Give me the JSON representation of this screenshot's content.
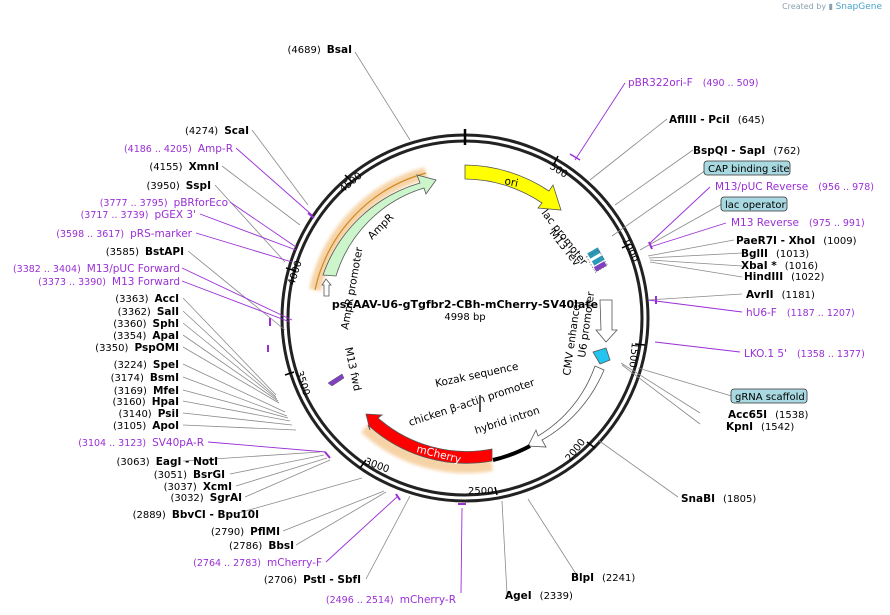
{
  "credit": {
    "text": "Created by",
    "brand": "SnapGene"
  },
  "plasmid": {
    "name": "pscAAV-U6-gTgfbr2-CBh-mCherry-SV40late",
    "length": "4998 bp"
  },
  "ticks": [
    "500",
    "1000",
    "1500",
    "2000",
    "2500",
    "3000",
    "3500",
    "4000",
    "4500"
  ],
  "sites": [
    {
      "num": "(4689)",
      "name": "BsaI"
    },
    {
      "num": "(4274)",
      "name": "ScaI"
    },
    {
      "num": "(4155)",
      "name": "XmnI"
    },
    {
      "num": "(3950)",
      "name": "SspI"
    },
    {
      "num": "(3585)",
      "name": "BstAPI"
    },
    {
      "num": "(3363)",
      "name": "AccI"
    },
    {
      "num": "(3362)",
      "name": "SalI"
    },
    {
      "num": "(3360)",
      "name": "SphI"
    },
    {
      "num": "(3354)",
      "name": "ApaI"
    },
    {
      "num": "(3350)",
      "name": "PspOMI"
    },
    {
      "num": "(3224)",
      "name": "SpeI"
    },
    {
      "num": "(3174)",
      "name": "BsmI"
    },
    {
      "num": "(3169)",
      "name": "MfeI"
    },
    {
      "num": "(3160)",
      "name": "HpaI"
    },
    {
      "num": "(3140)",
      "name": "PsiI"
    },
    {
      "num": "(3105)",
      "name": "ApoI"
    },
    {
      "num": "(3063)",
      "name": "EagI  -  NotI"
    },
    {
      "num": "(3051)",
      "name": "BsrGI"
    },
    {
      "num": "(3037)",
      "name": "XcmI"
    },
    {
      "num": "(3032)",
      "name": "SgrAI"
    },
    {
      "num": "(2889)",
      "name": "BbvCI  -  Bpu10I"
    },
    {
      "num": "(2790)",
      "name": "PflMI"
    },
    {
      "num": "(2786)",
      "name": "BbsI"
    },
    {
      "num": "(2706)",
      "name": "PstI  -  SbfI"
    },
    {
      "num": "(2339)",
      "name": "AgeI"
    },
    {
      "num": "(2241)",
      "name": "BlpI"
    },
    {
      "num": "(1805)",
      "name": "SnaBI"
    },
    {
      "num": "(1542)",
      "name": "KpnI"
    },
    {
      "num": "(1538)",
      "name": "Acc65I"
    },
    {
      "num": "(1181)",
      "name": "AvrII"
    },
    {
      "num": "(1022)",
      "name": "HindIII"
    },
    {
      "num": "(1016)",
      "name": "XbaI *"
    },
    {
      "num": "(1013)",
      "name": "BglII"
    },
    {
      "num": "(1009)",
      "name": "PaeR7I  -  XhoI"
    },
    {
      "num": "(762)",
      "name": "BspQI  -  SapI"
    },
    {
      "num": "(645)",
      "name": "AflIII  -  PciI"
    }
  ],
  "primers": [
    {
      "num": "(490 .. 509)",
      "name": "pBR322ori-F"
    },
    {
      "num": "(956 .. 978)",
      "name": "M13/pUC Reverse"
    },
    {
      "num": "(975 .. 991)",
      "name": "M13 Reverse"
    },
    {
      "num": "(1187 .. 1207)",
      "name": "hU6-F"
    },
    {
      "num": "(1358 .. 1377)",
      "name": "LKO.1 5'"
    },
    {
      "num": "(4186 .. 4205)",
      "name": "Amp-R"
    },
    {
      "num": "(3777 .. 3795)",
      "name": "pBRforEco"
    },
    {
      "num": "(3717 .. 3739)",
      "name": "pGEX 3'"
    },
    {
      "num": "(3598 .. 3617)",
      "name": "pRS-marker"
    },
    {
      "num": "(3382 .. 3404)",
      "name": "M13/pUC Forward"
    },
    {
      "num": "(3373 .. 3390)",
      "name": "M13 Forward"
    },
    {
      "num": "(3104 .. 3123)",
      "name": "SV40pA-R"
    },
    {
      "num": "(2764 .. 2783)",
      "name": "mCherry-F"
    },
    {
      "num": "(2496 .. 2514)",
      "name": "mCherry-R"
    }
  ],
  "boxed_features": [
    "CAP binding site",
    "lac operator",
    "gRNA scaffold"
  ],
  "features": {
    "ori": "ori",
    "ampr": "AmpR",
    "ampr_promoter": "AmpR promoter",
    "lac_promoter": "lac promoter",
    "m13_rev": "M13 rev",
    "m13_fwd": "M13 fwd",
    "cmv": "CMV enhancer",
    "u6": "U6 promoter",
    "kozak": "Kozak sequence",
    "cba": "chicken β-actin promoter",
    "hybrid_intron": "hybrid intron",
    "mcherry": "mCherry"
  },
  "colors": {
    "ori": "#ffff00",
    "ampr": "#ccf5cc",
    "mcherry": "#ff0000",
    "primer": "#9a2fd6",
    "u6": "#22c4f0",
    "box_fill": "#a8d8e0",
    "orange_glow": "#f0b060"
  }
}
